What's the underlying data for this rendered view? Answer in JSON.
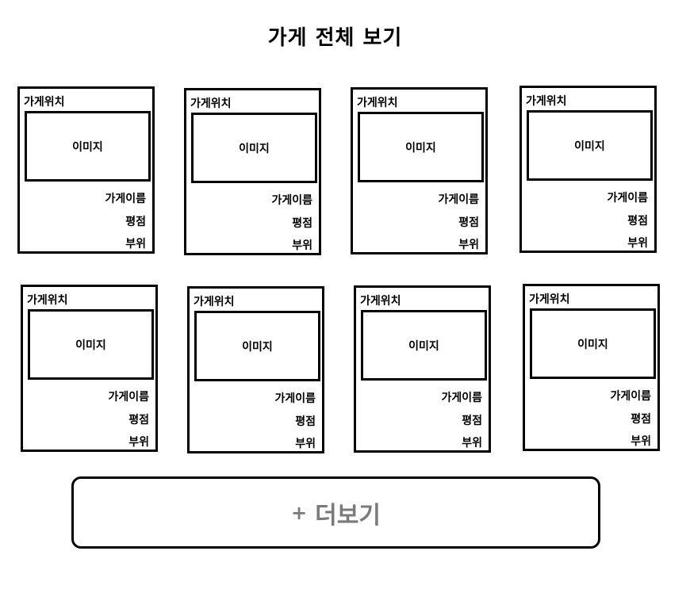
{
  "header": {
    "title": "가게 전체 보기"
  },
  "cards": [
    {
      "location": "가게위치",
      "image": "이미지",
      "name": "가게이름",
      "rating": "평점",
      "part": "부위"
    },
    {
      "location": "가게위치",
      "image": "이미지",
      "name": "가게이름",
      "rating": "평점",
      "part": "부위"
    },
    {
      "location": "가게위치",
      "image": "이미지",
      "name": "가게이름",
      "rating": "평점",
      "part": "부위"
    },
    {
      "location": "가게위치",
      "image": "이미지",
      "name": "가게이름",
      "rating": "평점",
      "part": "부위"
    },
    {
      "location": "가게위치",
      "image": "이미지",
      "name": "가게이름",
      "rating": "평점",
      "part": "부위"
    },
    {
      "location": "가게위치",
      "image": "이미지",
      "name": "가게이름",
      "rating": "평점",
      "part": "부위"
    },
    {
      "location": "가게위치",
      "image": "이미지",
      "name": "가게이름",
      "rating": "평점",
      "part": "부위"
    },
    {
      "location": "가게위치",
      "image": "이미지",
      "name": "가게이름",
      "rating": "평점",
      "part": "부위"
    }
  ],
  "more_button": {
    "icon": "+",
    "label": "더보기"
  }
}
